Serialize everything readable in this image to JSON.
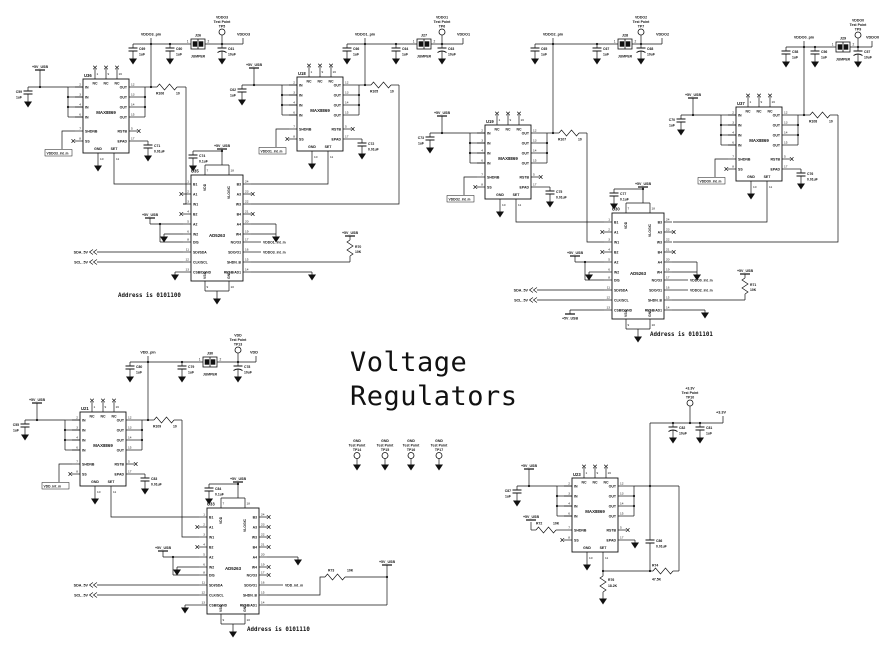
{
  "title": "Voltage Regulators",
  "power_net": "+5V_USB",
  "gnd_net": "GND",
  "symbols": {
    "jumper": "JUMPER",
    "test_point": "Test Point"
  },
  "max8869": {
    "part": "MAX8869",
    "top": [
      [
        "1",
        "NC"
      ],
      [
        "9",
        "NC"
      ],
      [
        "16",
        "NC"
      ]
    ],
    "left": [
      [
        "2",
        "IN"
      ],
      [
        "3",
        "IN"
      ],
      [
        "4",
        "IN"
      ],
      [
        "6",
        "IN"
      ],
      [
        "7",
        "SHDNB"
      ],
      [
        "8",
        "SS"
      ]
    ],
    "right": [
      [
        "12",
        "OUT"
      ],
      [
        "13",
        "OUT"
      ],
      [
        "14",
        "OUT"
      ],
      [
        "15",
        "OUT"
      ],
      [
        "5",
        "RSTB"
      ],
      [
        "17",
        "EPAD"
      ]
    ],
    "bottom": [
      [
        "10",
        "GND"
      ],
      [
        "11",
        "SET"
      ]
    ]
  },
  "ad5263": {
    "part": "AD5263",
    "left": [
      [
        "1",
        "B1"
      ],
      [
        "2",
        "A1"
      ],
      [
        "3",
        "W1"
      ],
      [
        "4",
        "B2"
      ],
      [
        "5",
        "A2"
      ],
      [
        "6",
        "W2"
      ],
      [
        "8",
        "DIS"
      ],
      [
        "11",
        "SDI/SDA"
      ],
      [
        "12",
        "CLK/SCL"
      ],
      [
        "13",
        "CSB/DGND"
      ]
    ],
    "right": [
      [
        "24",
        "B3"
      ],
      [
        "23",
        "A3"
      ],
      [
        "22",
        "W3"
      ],
      [
        "21",
        "B4"
      ],
      [
        "20",
        "A4"
      ],
      [
        "19",
        "W4"
      ],
      [
        "17",
        "NC/O3"
      ],
      [
        "16",
        "SDO/O1"
      ],
      [
        "15",
        "SHDN_B"
      ],
      [
        "14",
        "RESB/AD1"
      ]
    ],
    "top": [
      [
        "7",
        "VDD"
      ],
      [
        "18",
        "VLOGIC"
      ]
    ],
    "bottom": [
      [
        "9",
        "VSS"
      ],
      [
        "10",
        "GND"
      ]
    ]
  },
  "regulators": [
    {
      "ref": "U36",
      "net": "VDDO3",
      "pin_net": "VDDO3_pin",
      "int_net": "VDDO3_int_m",
      "jumper": "J26",
      "tp": "TP5",
      "r": [
        "R106",
        "10"
      ],
      "c_in": [
        "C59",
        "1uF"
      ],
      "c1": [
        "C69",
        "1uF"
      ],
      "c2": [
        "C60",
        "1uF"
      ],
      "c3": [
        "C61",
        "10uF"
      ],
      "c4": [
        "C71",
        "0.01uF"
      ]
    },
    {
      "ref": "U18",
      "net": "VDDO1",
      "pin_net": "VDDO1_pin",
      "int_net": "VDDO1_int_m",
      "jumper": "J27",
      "tp": "TP6",
      "r": [
        "R105",
        "10"
      ],
      "c_in": [
        "C62",
        "1uF"
      ],
      "c1": [
        "C66",
        "1uF"
      ],
      "c2": [
        "C64",
        "1uF"
      ],
      "c3": [
        "C63",
        "10uF"
      ],
      "c4": [
        "C72",
        "0.01uF"
      ]
    },
    {
      "ref": "U19",
      "net": "VDDO2",
      "pin_net": "VDDO2_pin",
      "int_net": "VDDO2_int_m",
      "jumper": "J28",
      "tp": "TP7",
      "r": [
        "R107",
        "10"
      ],
      "c_in": [
        "C73",
        "1uF"
      ],
      "c1": [
        "C65",
        "1uF"
      ],
      "c2": [
        "C67",
        "1uF"
      ],
      "c3": [
        "C68",
        "10uF"
      ],
      "c4": [
        "C75",
        "0.01uF"
      ]
    },
    {
      "ref": "U37",
      "net": "VDDO0",
      "pin_net": "VDDO0_pin",
      "int_net": "VDDO0_int_m",
      "jumper": "J29",
      "tp": "TP9",
      "r": [
        "R108",
        "10"
      ],
      "c_in": [
        "C70",
        "1uF"
      ],
      "c1": [
        "C58",
        "1uF"
      ],
      "c2": [
        "C56",
        "1uF"
      ],
      "c3": [
        "C57",
        "10uF"
      ],
      "c4": [
        "C76",
        "0.01uF"
      ]
    },
    {
      "ref": "U21",
      "net": "VDD",
      "pin_net": "VDD_pin",
      "int_net": "VDD_int_m",
      "jumper": "J30",
      "tp": "TP13",
      "r": [
        "R109",
        "10"
      ],
      "c_in": [
        "C55",
        "1uF"
      ],
      "c1": [
        "C80",
        "1uF"
      ],
      "c2": [
        "C79",
        "1uF"
      ],
      "c3": [
        "C78",
        "10uF"
      ],
      "c4": [
        "C83",
        "0.01uF"
      ]
    }
  ],
  "pots": [
    {
      "ref": "U35",
      "address": "Address is 0101100",
      "c": [
        "C74",
        "0.1uF"
      ],
      "pullup": [
        "R70",
        "10K"
      ],
      "o3_net": "VDDO1_int_m",
      "o1_net": "VDDO3_int_m",
      "sda": "SDA_5V",
      "scl": "SCL_5V"
    },
    {
      "ref": "U30",
      "address": "Address is 0101101",
      "c": [
        "C77",
        "0.1uF"
      ],
      "pullup": [
        "R71",
        "10K"
      ],
      "o3_net": "VDDO0_int_m",
      "o1_net": "VDDO2_int_m",
      "sda": "SDA_5V",
      "scl": "SCL_5V"
    },
    {
      "ref": "U33",
      "address": "Address is 0101110",
      "c": [
        "C84",
        "0.1uF"
      ],
      "pullup": [
        "R73",
        "10K"
      ],
      "o1_net": "VDD_int_m",
      "sda": "SDA_5V",
      "scl": "SCL_5V"
    }
  ],
  "reg33": {
    "ref": "U23",
    "out_net": "+3.3V",
    "tp": "TP10",
    "r_shdn": [
      "R72",
      "10K"
    ],
    "r_fb_top": [
      "R74",
      "47.5K"
    ],
    "r_fb_bot": [
      "R76",
      "18.2K"
    ],
    "c_in": [
      "C87",
      "1uF"
    ],
    "c_out1": [
      "C82",
      "10uF"
    ],
    "c_out2": [
      "C81",
      "1uF"
    ],
    "c_fb": [
      "C86",
      "0.01uF"
    ]
  },
  "gnd_test_points": [
    {
      "tp": "TP14"
    },
    {
      "tp": "TP15"
    },
    {
      "tp": "TP16"
    },
    {
      "tp": "TP17"
    }
  ]
}
